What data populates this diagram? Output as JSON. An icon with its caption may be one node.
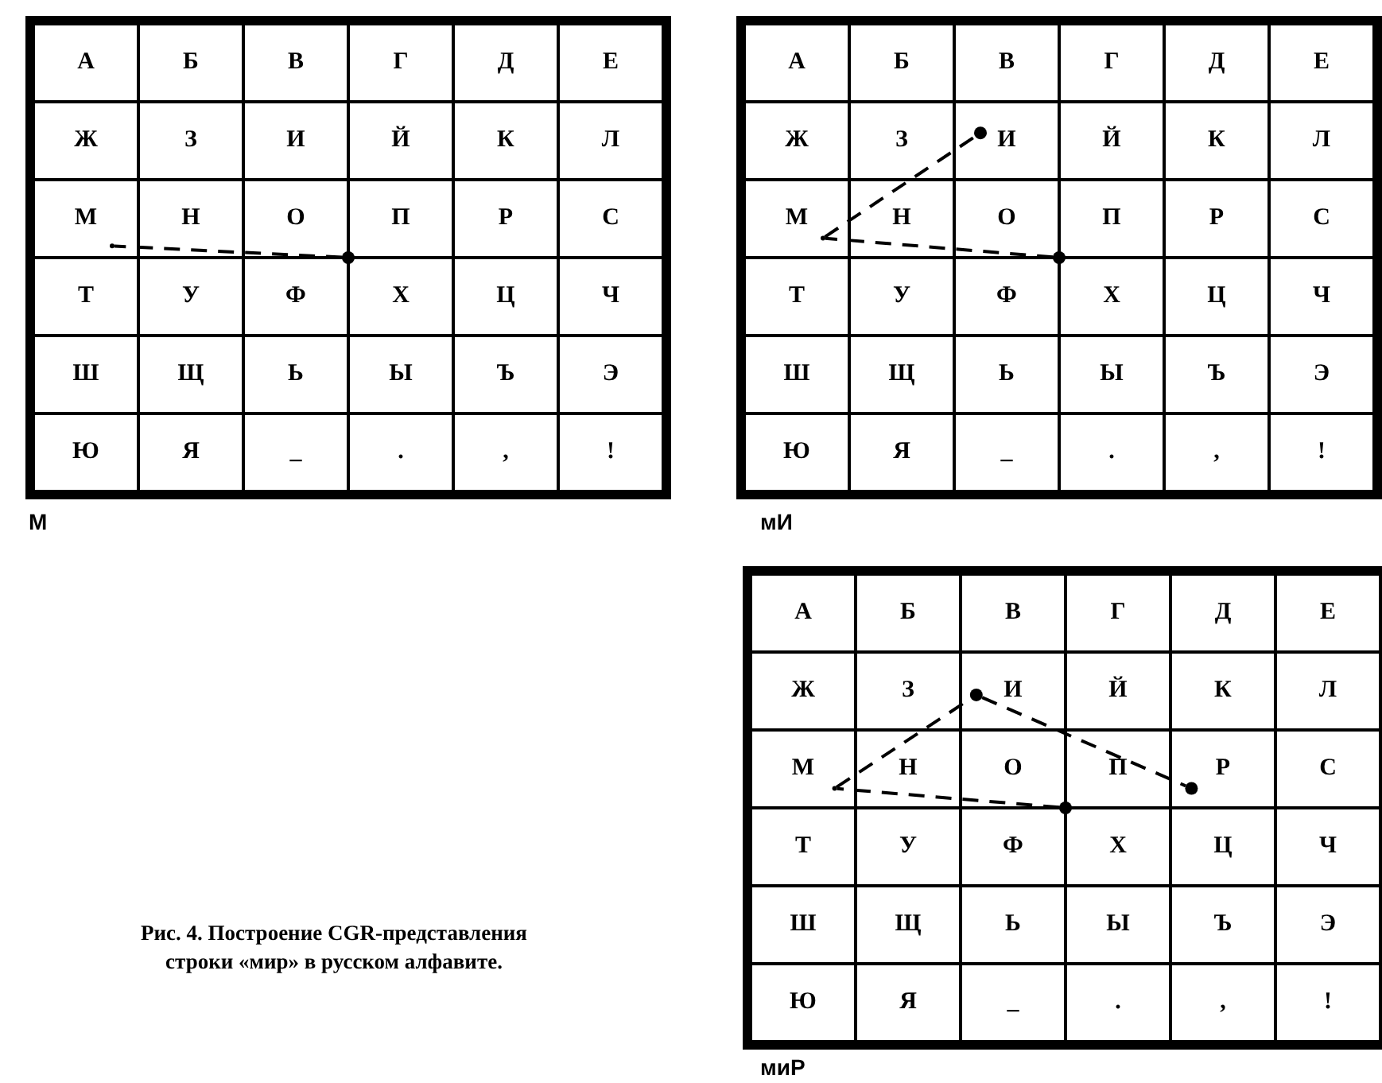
{
  "diagram": {
    "caption": "Рис. 4. Построение CGR-представления строки «мир» в русском алфавите.",
    "nodes": [
      {
        "text": [],
        "shape": "circle"
      },
      {
        "text": [],
        "shape": "point"
      },
      {
        "text": [],
        "shape": "circle"
      },
      {
        "text": [],
        "shape": "point"
      },
      {
        "text": [],
        "shape": "circle"
      },
      {
        "text": [],
        "shape": "circle"
      },
      {
        "text": [],
        "shape": "point"
      },
      {
        "text": [],
        "shape": "circle"
      },
      {
        "text": [],
        "shape": "circle"
      }
    ],
    "edges": [
      {
        "from": 0,
        "to": 1,
        "arrow": "none",
        "style": "dashed"
      },
      {
        "from": 2,
        "to": 3,
        "arrow": "none",
        "style": "dashed"
      },
      {
        "from": 3,
        "to": 4,
        "arrow": "none",
        "style": "dashed"
      },
      {
        "from": 5,
        "to": 6,
        "arrow": "none",
        "style": "dashed"
      },
      {
        "from": 6,
        "to": 7,
        "arrow": "none",
        "style": "dashed"
      },
      {
        "from": 7,
        "to": 8,
        "arrow": "none",
        "style": "dashed"
      }
    ],
    "labels": [
      "А",
      "Б",
      "В",
      "Г",
      "Д",
      "Е",
      "Ж",
      "З",
      "И",
      "Й",
      "К",
      "Л",
      "М",
      "Н",
      "О",
      "П",
      "Р",
      "С",
      "Т",
      "У",
      "Ф",
      "Х",
      "Ц",
      "Ч",
      "Ш",
      "Щ",
      "Ь",
      "Ы",
      "Ъ",
      "Э",
      "Ю",
      "Я",
      "_",
      ".",
      ",",
      "!",
      "М",
      "А",
      "Б",
      "В",
      "Г",
      "Д",
      "Е",
      "Ж",
      "З",
      "И",
      "Й",
      "К",
      "Л",
      "М",
      "Н",
      "О",
      "П",
      "Р",
      "С",
      "Т",
      "У",
      "Ф",
      "Х",
      "Ц",
      "Ч",
      "Ш",
      "Щ",
      "Ь",
      "Ы",
      "Ъ",
      "Э",
      "Ю",
      "Я",
      "_",
      ".",
      ",",
      "!",
      "мИ",
      "А",
      "Б",
      "В",
      "Г",
      "Д",
      "Е",
      "Ж",
      "З",
      "И",
      "Й",
      "К",
      "Л",
      "М",
      "Н",
      "О",
      "П",
      "Р",
      "С",
      "Т",
      "У",
      "Ф",
      "Х",
      "Ц",
      "Ч",
      "Ш",
      "Щ",
      "Ь",
      "Ы",
      "Ъ",
      "Э",
      "Ю",
      "Я",
      "_",
      ".",
      ",",
      "!",
      "миР"
    ]
  }
}
